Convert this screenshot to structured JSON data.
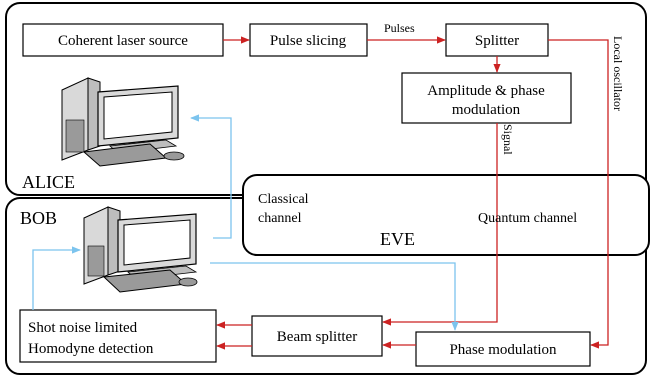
{
  "regions": {
    "alice": "ALICE",
    "bob": "BOB",
    "eve": "EVE"
  },
  "nodes": {
    "laser": "Coherent laser source",
    "slicing": "Pulse slicing",
    "splitter": "Splitter",
    "ampphase_line1": "Amplitude & phase",
    "ampphase_line2": "modulation",
    "beamsplitter": "Beam splitter",
    "shotnoise_line1": "Shot noise limited",
    "shotnoise_line2": "Homodyne detection",
    "phasemod": "Phase modulation"
  },
  "edge_labels": {
    "pulses": "Pulses",
    "local_oscillator": "Local oscillator",
    "signal": "Signal",
    "classical_line1": "Classical",
    "classical_line2": "channel",
    "quantum": "Quantum channel"
  },
  "colors": {
    "quantum_link": "#cc2222",
    "classical_link": "#7cc4ee",
    "border": "#000000"
  },
  "icons": [
    "computer-alice-icon",
    "computer-bob-icon"
  ]
}
